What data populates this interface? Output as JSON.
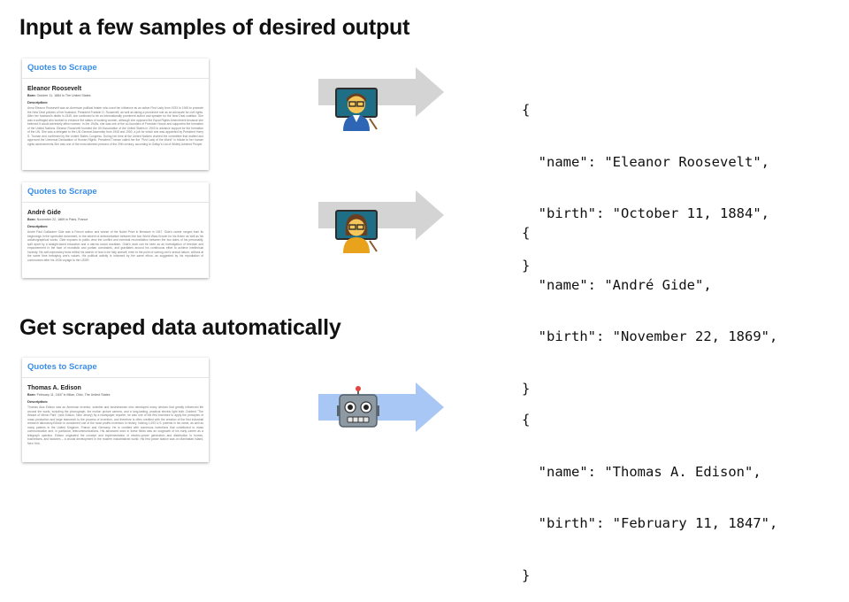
{
  "heading_top": "Input a few samples of desired output",
  "heading_bottom": "Get scraped data automatically",
  "samples": [
    {
      "site": "Quotes to Scrape",
      "name": "Eleanor Roosevelt",
      "born_label": "Born:",
      "born_value": "October 11, 1884 in The United States",
      "desc_label": "Description:",
      "desc": "Anna Eleanor Roosevelt was an American political leader who used her influence as an active First Lady from 1933 to 1945 to promote the New Deal policies of her husband, President Franklin D. Roosevelt, as well as taking a prominent role as an advocate for civil rights. After her husband's death in 1945, she continued to be an internationally prominent author and speaker for the New Deal coalition. She was a suffragist who worked to enhance the status of working women, although she opposed the Equal Rights Amendment because she believed it would adversely affect women. In the 1940s, she was one of the co-founders of Freedom House and supported the formation of the United Nations. Eleanor Roosevelt founded the UN Association of the United States in 1943 to advance support for the formation of the UN. She was a delegate to the UN General Assembly from 1945 and 1952, a job for which she was appointed by President Harry S. Truman and confirmed by the United States Congress. During her time at the United Nations chaired the committee that drafted and approved the Universal Declaration of Human Rights. President Truman called her the \"First Lady of the World\" in tribute to her human rights achievements.She was one of the most admired persons of the 20th century, according to Gallup's List of Widely Admired People.",
      "agent_icon": "man-teacher-emoji",
      "json_name": "Eleanor Roosevelt",
      "json_birth": "October 11, 1884"
    },
    {
      "site": "Quotes to Scrape",
      "name": "André Gide",
      "born_label": "Born:",
      "born_value": "November 22, 1869 in Paris, France",
      "desc_label": "Description:",
      "desc": "André Paul Guillaume Gide was a French author and winner of the Nobel Prize in literature in 1947. Gide's career ranged from its beginnings in the symbolist movement, to the advent of anticolonialism between the two World Wars.Known for his fiction as well as his autobiographical works, Gide exposes to public view the conflict and eventual reconciliation between the two sides of his personality, split apart by a straight-laced education and a narrow social moralism. Gide's work can be seen as an investigation of freedom and empowerment in the face of moralistic and puritan constraints, and gravitates around his continuous effort to achieve intellectual honesty. His self-exploratory texts reflect his search of how to be fully oneself, even to the point of owning one's sexual nature, without at the same time betraying one's values. His political activity is informed by the same ethos, as suggested by his repudiation of communism after his 1936 voyage to the USSR.",
      "agent_icon": "woman-teacher-emoji",
      "json_name": "André Gide",
      "json_birth": "November 22, 1869"
    }
  ],
  "target": {
    "site": "Quotes to Scrape",
    "name": "Thomas A. Edison",
    "born_label": "Born:",
    "born_value": "February 11, 1847 in Milan, Ohio, The United States",
    "desc_label": "Description:",
    "desc": "Thomas Alva Edison was an American inventor, scientist and businessman who developed many devices that greatly influenced life around the world, including the phonograph, the motion picture camera, and a long-lasting, practical electric light bulb. Dubbed \"The Wizard of Menlo Park\" (now Edison, New Jersey) by a newspaper reporter, he was one of the first inventors to apply the principles of mass production and large teamwork to the process of invention, and therefore is often credited with the creation of the first industrial research laboratory.Edison is considered one of the most prolific inventors in history, holding 1,093 U.S. patents in his name, as well as many patents in the United Kingdom, France and Germany. He is credited with numerous inventions that contributed to mass communication and, in particular, telecommunications. His advanced work in these fields was an outgrowth of his early career as a telegraph operator. Edison originated the concept and implementation of electric-power generation and distribution to homes, businesses, and factories – a crucial development in the modern industrialized world. His first power station was on Manhattan Island, New York.",
    "agent_icon": "robot-emoji",
    "json_name": "Thomas A. Edison",
    "json_birth": "February 11, 1847"
  },
  "json": {
    "open": "{",
    "close": "}",
    "name_key": "\"name\": ",
    "birth_key": "\"birth\": "
  },
  "colors": {
    "sample_arrow": "#d4d4d4",
    "target_arrow": "#a9c7f5",
    "site_brand": "#3a8ee6"
  }
}
